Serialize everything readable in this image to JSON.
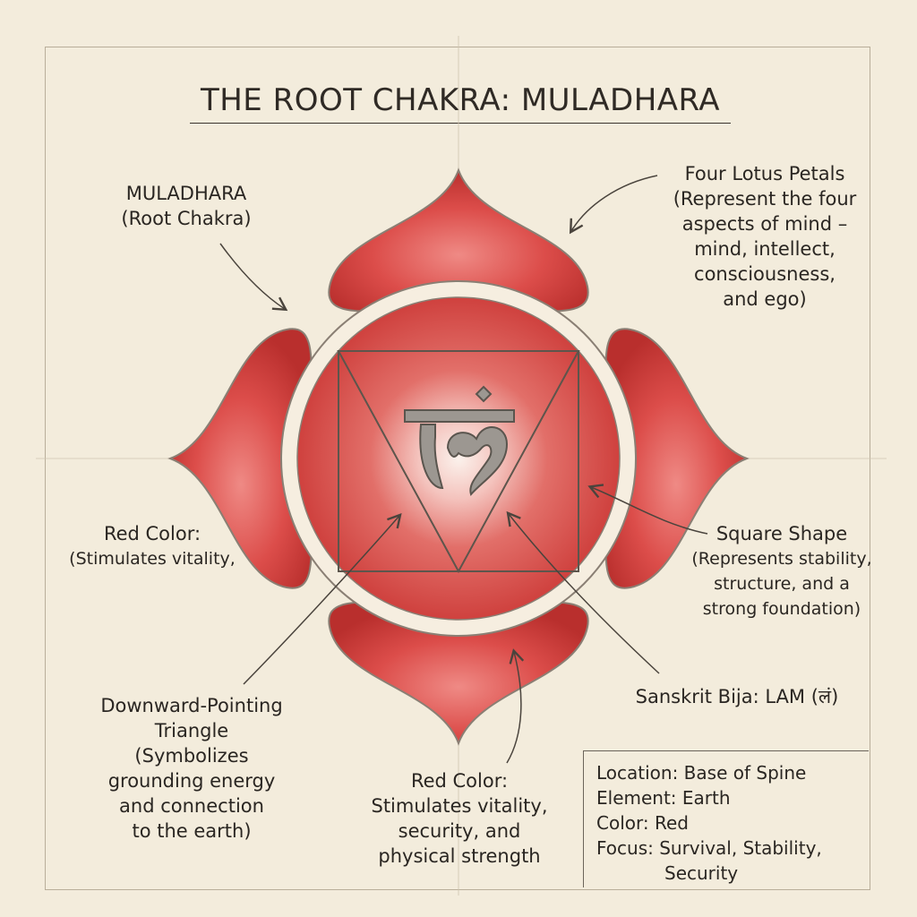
{
  "title": "THE ROOT CHAKRA: MULADHARA",
  "bija_symbol": "ल",
  "colors": {
    "petal": "#d94a48",
    "petal_dark": "#b8322f",
    "ring": "#f6eee0",
    "background": "#f3ecdc",
    "outline": "#8a7f74"
  },
  "labels": {
    "muladhara": {
      "line1": "MULADHARA",
      "line2": "(Root Chakra)"
    },
    "petals": {
      "line1": "Four Lotus Petals",
      "line2": "(Represent the four",
      "line3": "aspects of mind –",
      "line4": "mind, intellect,",
      "line5": "consciousness,",
      "line6": "and ego)"
    },
    "red_left": {
      "line1": "Red Color:",
      "line2": "(Stimulates vitality,"
    },
    "square": {
      "line1": "Square Shape",
      "line2": "(Represents stability,",
      "line3": "structure, and a",
      "line4": "strong foundation)"
    },
    "bija": {
      "text": "Sanskrit Bija: LAM (लं)"
    },
    "triangle": {
      "line1": "Downward-Pointing",
      "line2": "Triangle",
      "line3": "(Symbolizes",
      "line4": "grounding energy",
      "line5": "and connection",
      "line6": "to the earth)"
    },
    "red_bottom": {
      "line1": "Red Color:",
      "line2": "Stimulates vitality,",
      "line3": "security, and",
      "line4": "physical strength"
    }
  },
  "info": {
    "location": "Location: Base of Spine",
    "element": "Element: Earth",
    "color": "Color: Red",
    "focus_line1": "Focus: Survival, Stability,",
    "focus_line2": "Security"
  }
}
